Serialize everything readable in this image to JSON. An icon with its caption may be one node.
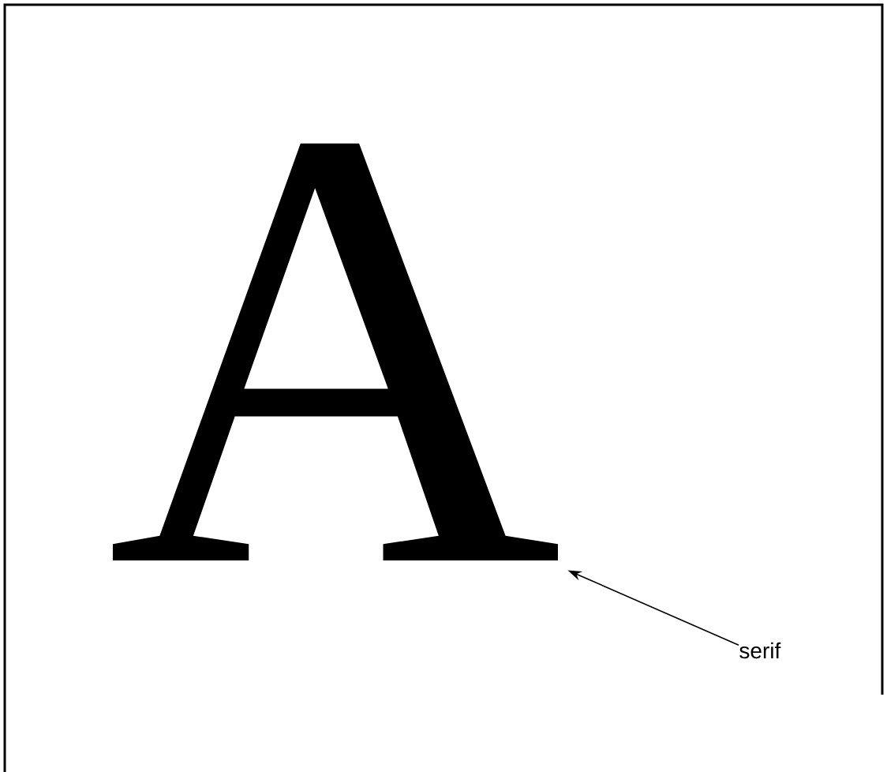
{
  "diagram": {
    "nodes": [
      {
        "text": [
          "A"
        ]
      },
      {
        "text": [
          "serif"
        ]
      }
    ],
    "edges": [
      {
        "from": 1,
        "to": 0,
        "arrow": "to"
      }
    ]
  }
}
